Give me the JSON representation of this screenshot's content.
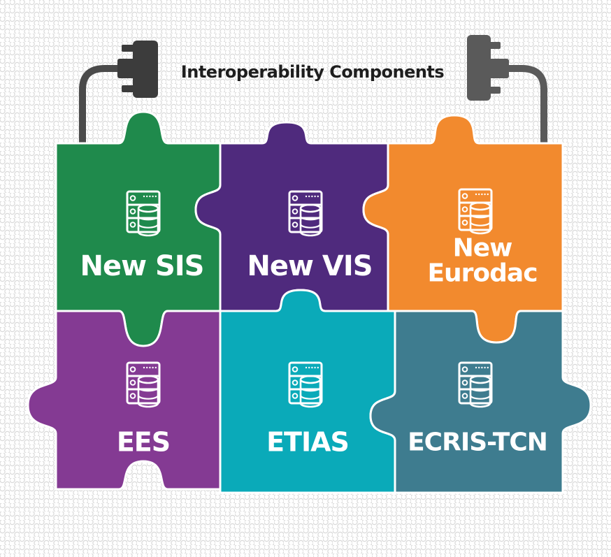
{
  "title": "Interoperability Components",
  "colors": {
    "background_dot": "#e6e6e6",
    "cable": "#555555",
    "connector_left": "#3c3c3c",
    "connector_right": "#5a5a5a",
    "piece_outline": "#ffffff"
  },
  "pieces": [
    {
      "id": "new-sis",
      "lines": [
        "New SIS"
      ],
      "color": "#1f8a4c",
      "icon": "database-server-icon"
    },
    {
      "id": "new-vis",
      "lines": [
        "New VIS"
      ],
      "color": "#4f2a7d",
      "icon": "database-server-icon"
    },
    {
      "id": "new-eurodac",
      "lines": [
        "New",
        "Eurodac"
      ],
      "color": "#f28a2e",
      "icon": "database-server-icon"
    },
    {
      "id": "ees",
      "lines": [
        "EES"
      ],
      "color": "#843a93",
      "icon": "database-server-icon"
    },
    {
      "id": "etias",
      "lines": [
        "ETIAS"
      ],
      "color": "#0aaab9",
      "icon": "database-server-icon"
    },
    {
      "id": "ecris-tcn",
      "lines": [
        "ECRIS-TCN"
      ],
      "color": "#3e7c8f",
      "icon": "database-server-icon"
    }
  ]
}
